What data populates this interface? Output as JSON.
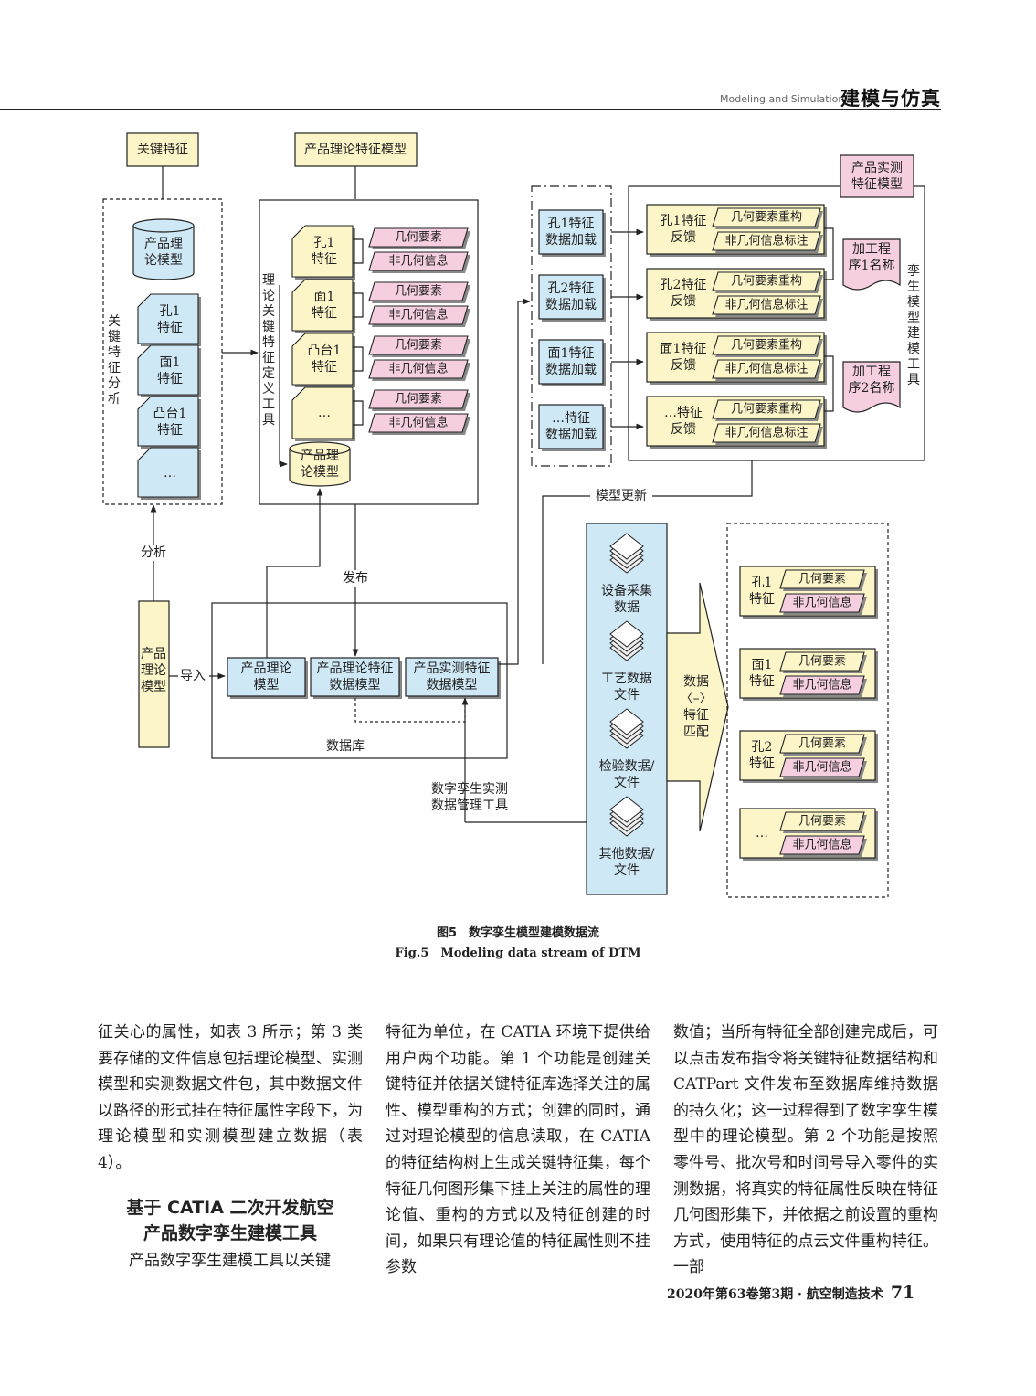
{
  "header": {
    "en": "Modeling and Simulation",
    "cn": "建模与仿真"
  },
  "diagram": {
    "key_feature": "关键特征",
    "key_feature_analysis": "关键特征分析",
    "product_theory_model": [
      "产品理",
      "论模型"
    ],
    "analysis_items": [
      [
        "孔1",
        "特征"
      ],
      [
        "面1",
        "特征"
      ],
      [
        "凸台1",
        "特征"
      ],
      [
        "…"
      ]
    ],
    "theory_feature_model": "产品理论特征模型",
    "tool_vertical": "理论关键特征定义工具",
    "theory_items": [
      [
        "孔1",
        "特征"
      ],
      [
        "面1",
        "特征"
      ],
      [
        "凸台1",
        "特征"
      ],
      [
        "…"
      ]
    ],
    "geom": "几何要素",
    "nongeom": "非几何信息",
    "import_model": [
      "产品",
      "理论",
      "模型"
    ],
    "import_label": "导入",
    "analysis_label": "分析",
    "publish_label": "发布",
    "db_boxes": [
      [
        "产品理论",
        "模型"
      ],
      [
        "产品理论特征",
        "数据模型"
      ],
      [
        "产品实测特征",
        "数据模型"
      ]
    ],
    "db_label": "数据库",
    "mgmt_tool": [
      "数字孪生实测",
      "数据管理工具"
    ],
    "model_update": "模型更新",
    "load_items": [
      [
        "孔1特征",
        "数据加载"
      ],
      [
        "孔2特征",
        "数据加载"
      ],
      [
        "面1特征",
        "数据加载"
      ],
      [
        "…特征",
        "数据加载"
      ]
    ],
    "measured_model": [
      "产品实测",
      "特征模型"
    ],
    "feedback_items": [
      [
        "孔1特征",
        "反馈"
      ],
      [
        "孔2特征",
        "反馈"
      ],
      [
        "面1特征",
        "反馈"
      ],
      [
        "…特征",
        "反馈"
      ]
    ],
    "geom_rebuild": "几何要素重构",
    "nongeom_mark": "非几何信息标注",
    "prog1": [
      "加工程",
      "序1名称"
    ],
    "prog2": [
      "加工程",
      "序2名称"
    ],
    "twin_tool_vertical": "孪生模型建模工具",
    "data_sources": [
      [
        "设备采集",
        "数据"
      ],
      [
        "工艺数据",
        "文件"
      ],
      [
        "检验数据/",
        "文件"
      ],
      [
        "其他数据/",
        "文件"
      ]
    ],
    "match_label": [
      "数据",
      "〈–〉",
      "特征",
      "匹配"
    ],
    "result_items": [
      [
        "孔1",
        "特征"
      ],
      [
        "面1",
        "特征"
      ],
      [
        "孔2",
        "特征"
      ],
      [
        "…"
      ]
    ]
  },
  "caption": {
    "cn": "图5　数字孪生模型建模数据流",
    "en": "Fig.5　Modeling data stream of DTM"
  },
  "body": {
    "col1": "征关心的属性，如表 3 所示；第 3 类要存储的文件信息包括理论模型、实测模型和实测数据文件包，其中数据文件以路径的形式挂在特征属性字段下，为理论模型和实测模型建立数据（表 4）。",
    "section_title_1": "基于 CATIA 二次开发航空",
    "section_title_2": "产品数字孪生建模工具",
    "col1_b": "产品数字孪生建模工具以关键",
    "col2": "特征为单位，在 CATIA 环境下提供给用户两个功能。第 1 个功能是创建关键特征并依据关键特征库选择关注的属性、模型重构的方式；创建的同时，通过对理论模型的信息读取，在 CATIA 的特征结构树上生成关键特征集，每个特征几何图形集下挂上关注的属性的理论值、重构的方式以及特征创建的时间，如果只有理论值的特征属性则不挂参数",
    "col3": "数值；当所有特征全部创建完成后，可以点击发布指令将关键特征数据结构和 CATPart 文件发布至数据库维持数据的持久化；这一过程得到了数字孪生模型中的理论模型。第 2 个功能是按照零件号、批次号和时间号导入零件的实测数据，将真实的特征属性反映在特征几何图形集下，并依据之前设置的重构方式，使用特征的点云文件重构特征。一部"
  },
  "footer": {
    "journal": "2020年第63卷第3期 · 航空制造技术",
    "page": "71"
  },
  "colors": {
    "yellow": "#fbf5c8",
    "blue": "#cfe8f6",
    "pink": "#f5cfe0",
    "line": "#222222"
  }
}
